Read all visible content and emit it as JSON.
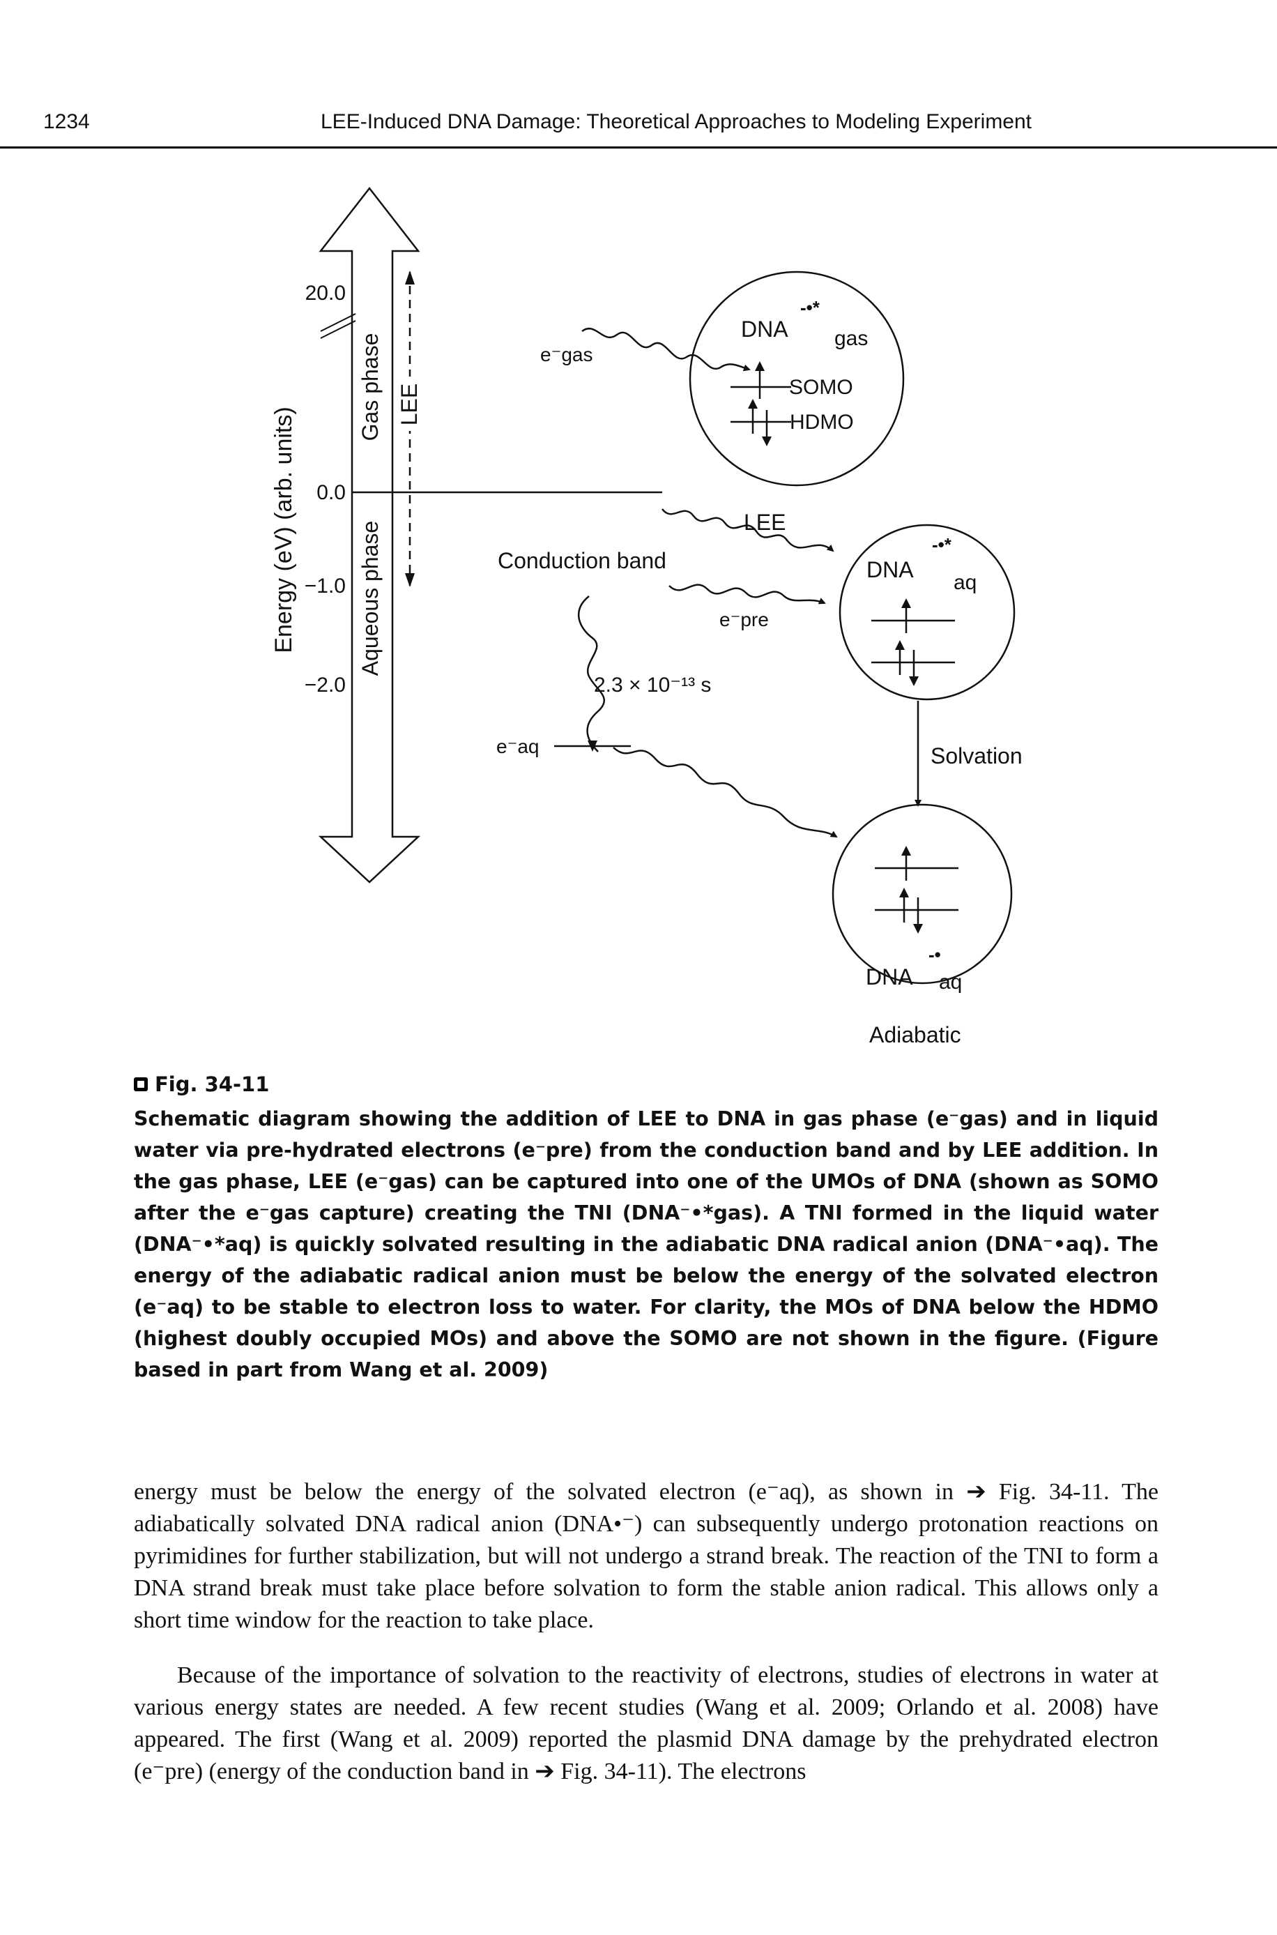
{
  "header": {
    "page_number": "1234",
    "running_head": "LEE-Induced DNA Damage: Theoretical Approaches to Modeling Experiment"
  },
  "figure": {
    "y_axis_label": "Energy (eV) (arb. units)",
    "ticks": [
      "20.0",
      "0.0",
      "−1.0",
      "−2.0"
    ],
    "gas_phase_label": "Gas phase",
    "aqueous_phase_label": "Aqueous phase",
    "lee_label": "LEE",
    "conduction_band_label": "Conduction band",
    "e_gas_label": "e⁻gas",
    "e_pre_label": "e⁻pre",
    "e_aq_label": "e⁻aq",
    "time_label": "2.3 × 10⁻¹³ s",
    "lee_arrow_label": "LEE",
    "circle_gas": {
      "dna": "DNA",
      "phase": "gas",
      "somo": "SOMO",
      "hdmo": "HDMO",
      "radical": "-•*"
    },
    "circle_aq": {
      "dna": "DNA",
      "phase": "aq",
      "radical": "-•*"
    },
    "solvation_label": "Solvation",
    "circle_adiabatic": {
      "dna": "DNA",
      "phase": "aq",
      "radical": "-•"
    },
    "adiabatic_label": "Adiabatic"
  },
  "caption": {
    "label": "Fig. 34-11",
    "text": "Schematic diagram showing the addition of LEE to DNA in gas phase (e⁻gas) and in liquid water via pre-hydrated electrons (e⁻pre) from the conduction band and by LEE addition. In the gas phase, LEE (e⁻gas) can be captured into one of the UMOs of DNA (shown as SOMO after the e⁻gas capture) creating the TNI (DNA⁻•*gas). A TNI formed in the liquid water (DNA⁻•*aq) is quickly solvated resulting in the adiabatic DNA radical anion (DNA⁻•aq). The energy of the adiabatic radical anion must be below the energy of the solvated electron (e⁻aq) to be stable to electron loss to water. For clarity, the MOs of DNA below the HDMO (highest doubly occupied MOs) and above the SOMO are not shown in the figure. (Figure based in part from Wang et al. 2009)"
  },
  "body": {
    "paragraph1": "energy must be below the energy of the solvated electron (e⁻aq), as shown in ➔ Fig. 34-11. The adiabatically solvated DNA radical anion (DNA•⁻) can subsequently undergo protonation reactions on pyrimidines for further stabilization, but will not undergo a strand break. The reaction of the TNI to form a DNA strand break must take place before solvation to form the stable anion radical. This allows only a short time window for the reaction to take place.",
    "paragraph2": "Because of the importance of solvation to the reactivity of electrons, studies of electrons in water at various energy states are needed. A few recent studies (Wang et al. 2009; Orlando et al. 2008) have appeared. The first (Wang et al. 2009) reported the plasmid DNA damage by the prehydrated electron (e⁻pre) (energy of the conduction band in ➔ Fig. 34-11). The electrons"
  }
}
